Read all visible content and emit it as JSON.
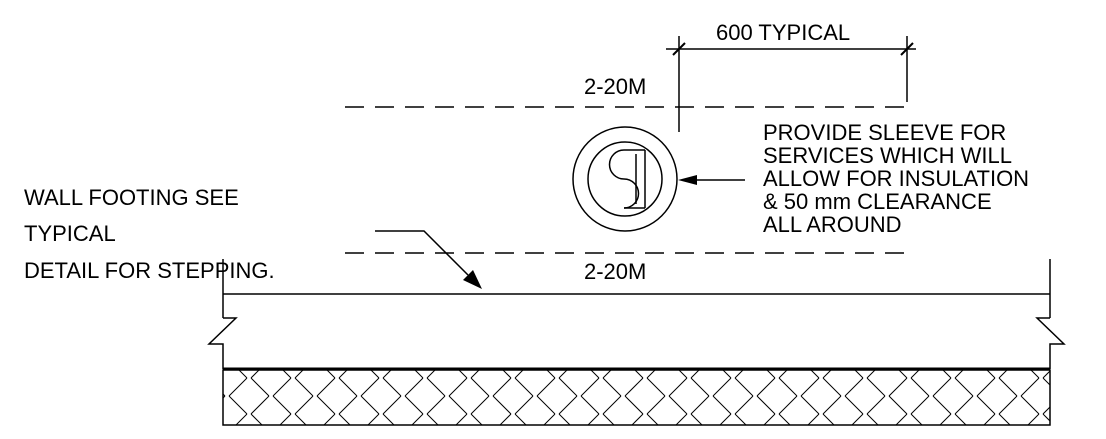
{
  "labels": {
    "dimension": "600 TYPICAL",
    "rebar_top": "2-20M",
    "rebar_bottom": "2-20M",
    "footing_note": [
      "WALL FOOTING SEE",
      "TYPICAL",
      "DETAIL FOR STEPPING."
    ],
    "sleeve_note": [
      "PROVIDE SLEEVE FOR",
      "SERVICES WHICH WILL",
      "ALLOW FOR INSULATION",
      "& 50 mm CLEARANCE",
      "ALL AROUND"
    ]
  },
  "colors": {
    "line": "#000000",
    "background": "#ffffff"
  }
}
